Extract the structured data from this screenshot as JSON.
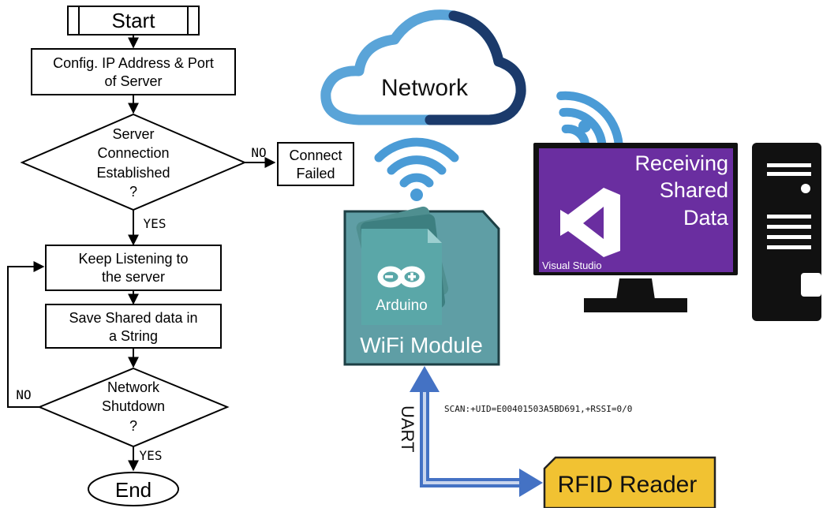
{
  "flowchart": {
    "start": "Start",
    "config_line1": "Config. IP Address & Port",
    "config_line2": "of Server",
    "decision1_line1": "Server",
    "decision1_line2": "Connection",
    "decision1_line3": "Established",
    "decision1_line4": "?",
    "no_label_1": "NO",
    "connect_failed_line1": "Connect",
    "connect_failed_line2": "Failed",
    "yes_label_1": "YES",
    "listen_line1": "Keep Listening to",
    "listen_line2": "the server",
    "save_line1": "Save Shared data in",
    "save_line2": "a String",
    "decision2_line1": "Network",
    "decision2_line2": "Shutdown",
    "decision2_line3": "?",
    "no_label_2": "NO",
    "yes_label_2": "YES",
    "end": "End"
  },
  "network": {
    "label": "Network"
  },
  "module": {
    "brand": "Arduino",
    "label": "WiFi Module"
  },
  "monitor": {
    "line1": "Receiving",
    "line2": "Shared",
    "line3": "Data",
    "app_name": "Visual Studio"
  },
  "link": {
    "uart_label": "UART",
    "scan_text": "SCAN:+UID=E00401503A5BD691,+RSSI=0/0"
  },
  "rfid": {
    "label": "RFID Reader"
  },
  "colors": {
    "cloud_light": "#5aa4d8",
    "cloud_dark": "#1b3a6b",
    "wifi_blue": "#4a9bd6",
    "module_teal": "#5f9ea5",
    "vs_purple": "#6a2ea0",
    "arrow_blue": "#4472c4",
    "rfid_yellow": "#f1c232"
  }
}
